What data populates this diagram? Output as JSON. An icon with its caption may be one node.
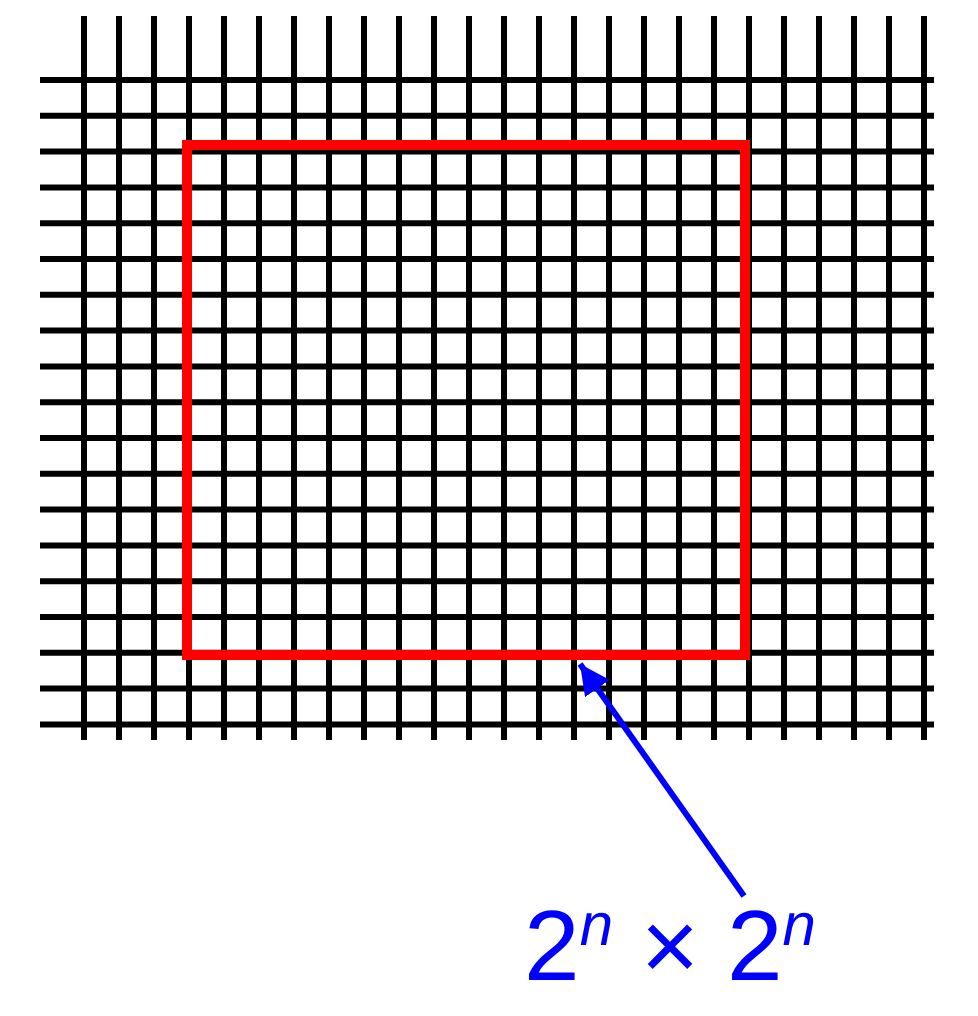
{
  "diagram": {
    "nodes": [
      {
        "text": [],
        "shape": "box"
      },
      {
        "text": [
          "2$^{n}$ × 2$^{n}$"
        ]
      }
    ],
    "edges": [
      {
        "from": 1,
        "to": 0,
        "arrow": "to",
        "color": "#0000ff"
      }
    ]
  }
}
